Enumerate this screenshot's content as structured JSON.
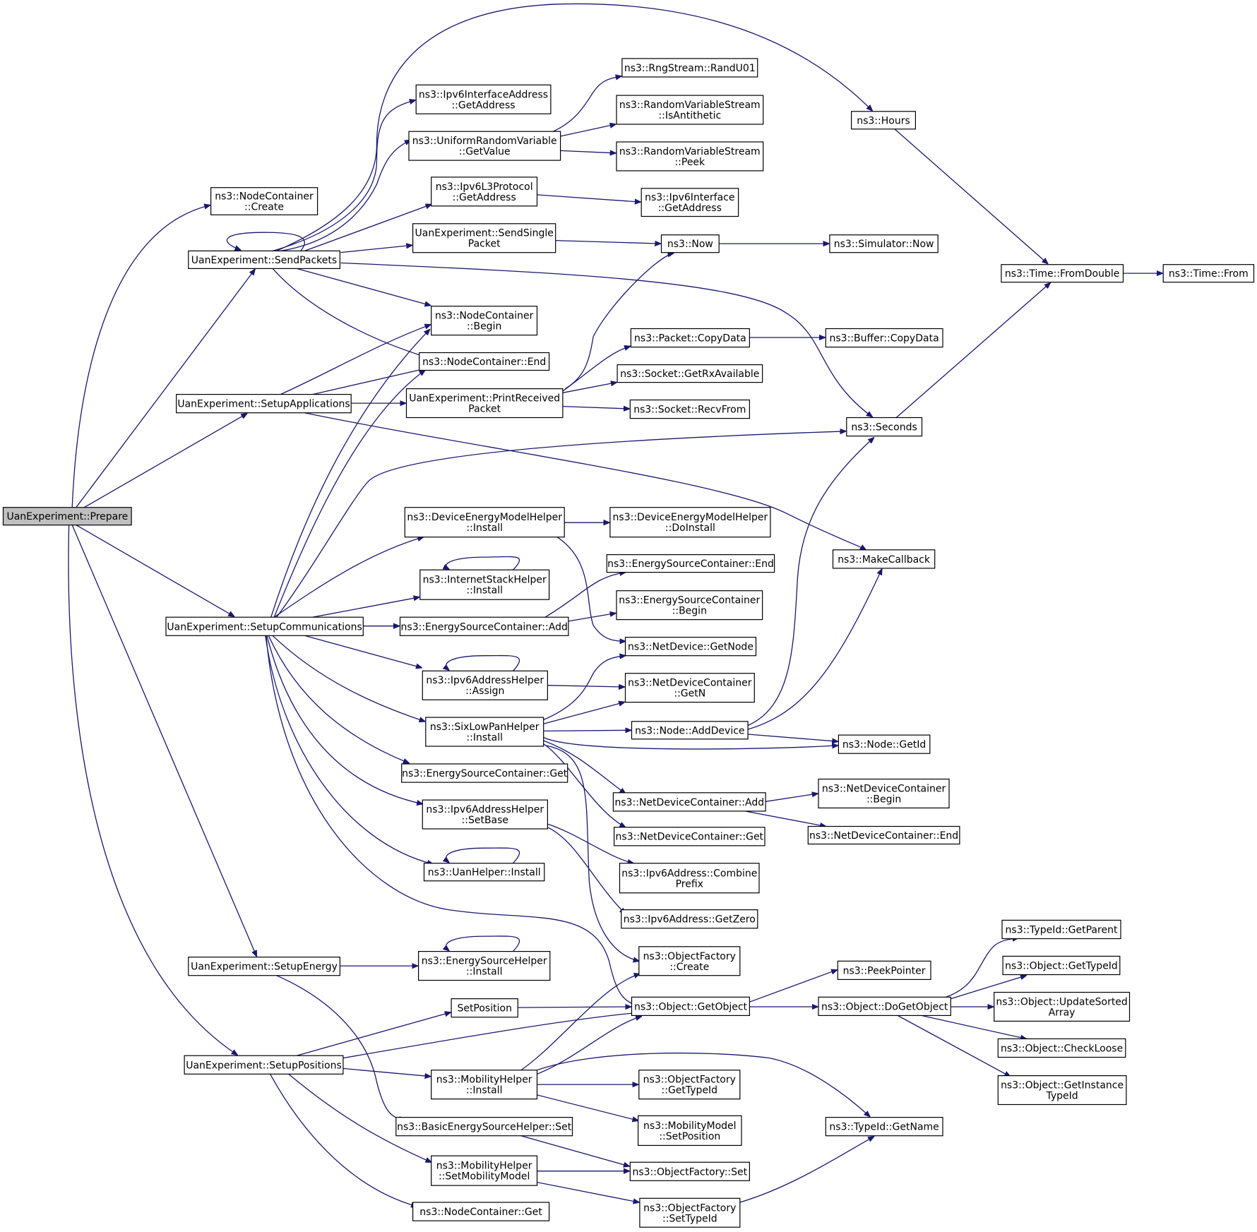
{
  "colors": {
    "edge": "#191970",
    "border_normal": "#000000",
    "border_truncated": "#ff0000",
    "root_fill": "#bfbfbf",
    "node_fill": "#ffffff"
  },
  "nodes": [
    {
      "id": "prepare",
      "lines": [
        "UanExperiment::Prepare"
      ],
      "style": "root"
    },
    {
      "id": "nc_create",
      "lines": [
        "ns3::NodeContainer",
        "::Create"
      ],
      "style": "normal"
    },
    {
      "id": "sendpackets",
      "lines": [
        "UanExperiment::SendPackets"
      ],
      "style": "normal"
    },
    {
      "id": "setupapps",
      "lines": [
        "UanExperiment::SetupApplications"
      ],
      "style": "normal"
    },
    {
      "id": "setupcomm",
      "lines": [
        "UanExperiment::SetupCommunications"
      ],
      "style": "normal"
    },
    {
      "id": "setupenergy",
      "lines": [
        "UanExperiment::SetupEnergy"
      ],
      "style": "normal"
    },
    {
      "id": "setuppos",
      "lines": [
        "UanExperiment::SetupPositions"
      ],
      "style": "normal"
    },
    {
      "id": "ipv6ia_getaddr",
      "lines": [
        "ns3::Ipv6InterfaceAddress",
        "::GetAddress"
      ],
      "style": "normal"
    },
    {
      "id": "urv_getvalue",
      "lines": [
        "ns3::UniformRandomVariable",
        "::GetValue"
      ],
      "style": "normal"
    },
    {
      "id": "ipv6l3_getaddr",
      "lines": [
        "ns3::Ipv6L3Protocol",
        "::GetAddress"
      ],
      "style": "normal"
    },
    {
      "id": "sendsingle",
      "lines": [
        "UanExperiment::SendSingle",
        "Packet"
      ],
      "style": "normal"
    },
    {
      "id": "nc_begin",
      "lines": [
        "ns3::NodeContainer",
        "::Begin"
      ],
      "style": "normal"
    },
    {
      "id": "nc_end",
      "lines": [
        "ns3::NodeContainer::End"
      ],
      "style": "normal"
    },
    {
      "id": "printreceived",
      "lines": [
        "UanExperiment::PrintReceived",
        "Packet"
      ],
      "style": "normal"
    },
    {
      "id": "rng_randu01",
      "lines": [
        "ns3::RngStream::RandU01"
      ],
      "style": "normal"
    },
    {
      "id": "rvs_isanti",
      "lines": [
        "ns3::RandomVariableStream",
        "::IsAntithetic"
      ],
      "style": "normal"
    },
    {
      "id": "rvs_peek",
      "lines": [
        "ns3::RandomVariableStream",
        "::Peek"
      ],
      "style": "normal"
    },
    {
      "id": "ipv6if_getaddr",
      "lines": [
        "ns3::Ipv6Interface",
        "::GetAddress"
      ],
      "style": "normal"
    },
    {
      "id": "now",
      "lines": [
        "ns3::Now"
      ],
      "style": "normal"
    },
    {
      "id": "sim_now",
      "lines": [
        "ns3::Simulator::Now"
      ],
      "style": "truncated"
    },
    {
      "id": "hours",
      "lines": [
        "ns3::Hours"
      ],
      "style": "normal"
    },
    {
      "id": "time_fromdouble",
      "lines": [
        "ns3::Time::FromDouble"
      ],
      "style": "normal"
    },
    {
      "id": "time_from",
      "lines": [
        "ns3::Time::From"
      ],
      "style": "truncated"
    },
    {
      "id": "packet_copydata",
      "lines": [
        "ns3::Packet::CopyData"
      ],
      "style": "normal"
    },
    {
      "id": "buffer_copydata",
      "lines": [
        "ns3::Buffer::CopyData"
      ],
      "style": "normal"
    },
    {
      "id": "socket_getrx",
      "lines": [
        "ns3::Socket::GetRxAvailable"
      ],
      "style": "normal"
    },
    {
      "id": "socket_recvfrom",
      "lines": [
        "ns3::Socket::RecvFrom"
      ],
      "style": "normal"
    },
    {
      "id": "seconds",
      "lines": [
        "ns3::Seconds"
      ],
      "style": "normal"
    },
    {
      "id": "demh_install",
      "lines": [
        "ns3::DeviceEnergyModelHelper",
        "::Install"
      ],
      "style": "normal"
    },
    {
      "id": "demh_doinstall",
      "lines": [
        "ns3::DeviceEnergyModelHelper",
        "::DoInstall"
      ],
      "style": "normal"
    },
    {
      "id": "makecallback",
      "lines": [
        "ns3::MakeCallback"
      ],
      "style": "normal"
    },
    {
      "id": "ish_install",
      "lines": [
        "ns3::InternetStackHelper",
        "::Install"
      ],
      "style": "normal"
    },
    {
      "id": "esc_end",
      "lines": [
        "ns3::EnergySourceContainer::End"
      ],
      "style": "normal"
    },
    {
      "id": "esc_begin",
      "lines": [
        "ns3::EnergySourceContainer",
        "::Begin"
      ],
      "style": "normal"
    },
    {
      "id": "esc_add",
      "lines": [
        "ns3::EnergySourceContainer::Add"
      ],
      "style": "normal"
    },
    {
      "id": "nd_getnode",
      "lines": [
        "ns3::NetDevice::GetNode"
      ],
      "style": "normal"
    },
    {
      "id": "ipv6ah_assign",
      "lines": [
        "ns3::Ipv6AddressHelper",
        "::Assign"
      ],
      "style": "normal"
    },
    {
      "id": "ndc_getn",
      "lines": [
        "ns3::NetDeviceContainer",
        "::GetN"
      ],
      "style": "normal"
    },
    {
      "id": "slph_install",
      "lines": [
        "ns3::SixLowPanHelper",
        "::Install"
      ],
      "style": "normal"
    },
    {
      "id": "node_adddevice",
      "lines": [
        "ns3::Node::AddDevice"
      ],
      "style": "truncated"
    },
    {
      "id": "node_getid",
      "lines": [
        "ns3::Node::GetId"
      ],
      "style": "normal"
    },
    {
      "id": "esc_get",
      "lines": [
        "ns3::EnergySourceContainer::Get"
      ],
      "style": "normal"
    },
    {
      "id": "ndc_add",
      "lines": [
        "ns3::NetDeviceContainer::Add"
      ],
      "style": "normal"
    },
    {
      "id": "ndc_begin",
      "lines": [
        "ns3::NetDeviceContainer",
        "::Begin"
      ],
      "style": "normal"
    },
    {
      "id": "ipv6ah_setbase",
      "lines": [
        "ns3::Ipv6AddressHelper",
        "::SetBase"
      ],
      "style": "normal"
    },
    {
      "id": "ndc_get",
      "lines": [
        "ns3::NetDeviceContainer::Get"
      ],
      "style": "normal"
    },
    {
      "id": "ndc_end",
      "lines": [
        "ns3::NetDeviceContainer::End"
      ],
      "style": "normal"
    },
    {
      "id": "uanh_install",
      "lines": [
        "ns3::UanHelper::Install"
      ],
      "style": "normal"
    },
    {
      "id": "ipv6a_combine",
      "lines": [
        "ns3::Ipv6Address::Combine",
        "Prefix"
      ],
      "style": "truncated"
    },
    {
      "id": "ipv6a_getzero",
      "lines": [
        "ns3::Ipv6Address::GetZero"
      ],
      "style": "normal"
    },
    {
      "id": "of_create",
      "lines": [
        "ns3::ObjectFactory",
        "::Create"
      ],
      "style": "truncated"
    },
    {
      "id": "typeid_getparent",
      "lines": [
        "ns3::TypeId::GetParent"
      ],
      "style": "truncated"
    },
    {
      "id": "esh_install",
      "lines": [
        "ns3::EnergySourceHelper",
        "::Install"
      ],
      "style": "normal"
    },
    {
      "id": "peekpointer",
      "lines": [
        "ns3::PeekPointer"
      ],
      "style": "normal"
    },
    {
      "id": "object_gettypeid",
      "lines": [
        "ns3::Object::GetTypeId"
      ],
      "style": "truncated"
    },
    {
      "id": "setposition",
      "lines": [
        "SetPosition"
      ],
      "style": "normal"
    },
    {
      "id": "object_getobject",
      "lines": [
        "ns3::Object::GetObject"
      ],
      "style": "normal"
    },
    {
      "id": "object_dogetobject",
      "lines": [
        "ns3::Object::DoGetObject"
      ],
      "style": "normal"
    },
    {
      "id": "object_updatesorted",
      "lines": [
        "ns3::Object::UpdateSorted",
        "Array"
      ],
      "style": "normal"
    },
    {
      "id": "object_checkloose",
      "lines": [
        "ns3::Object::CheckLoose"
      ],
      "style": "truncated"
    },
    {
      "id": "mh_install",
      "lines": [
        "ns3::MobilityHelper",
        "::Install"
      ],
      "style": "normal"
    },
    {
      "id": "of_gettypeid",
      "lines": [
        "ns3::ObjectFactory",
        "::GetTypeId"
      ],
      "style": "normal"
    },
    {
      "id": "object_getinstance",
      "lines": [
        "ns3::Object::GetInstance",
        "TypeId"
      ],
      "style": "normal"
    },
    {
      "id": "besh_set",
      "lines": [
        "ns3::BasicEnergySourceHelper::Set"
      ],
      "style": "normal"
    },
    {
      "id": "mm_setposition",
      "lines": [
        "ns3::MobilityModel",
        "::SetPosition"
      ],
      "style": "truncated"
    },
    {
      "id": "typeid_getname",
      "lines": [
        "ns3::TypeId::GetName"
      ],
      "style": "truncated"
    },
    {
      "id": "mh_setmobility",
      "lines": [
        "ns3::MobilityHelper",
        "::SetMobilityModel"
      ],
      "style": "normal"
    },
    {
      "id": "of_set",
      "lines": [
        "ns3::ObjectFactory::Set"
      ],
      "style": "truncated"
    },
    {
      "id": "nc_get",
      "lines": [
        "ns3::NodeContainer::Get"
      ],
      "style": "normal"
    },
    {
      "id": "of_settypeid",
      "lines": [
        "ns3::ObjectFactory",
        "::SetTypeId"
      ],
      "style": "normal"
    }
  ]
}
